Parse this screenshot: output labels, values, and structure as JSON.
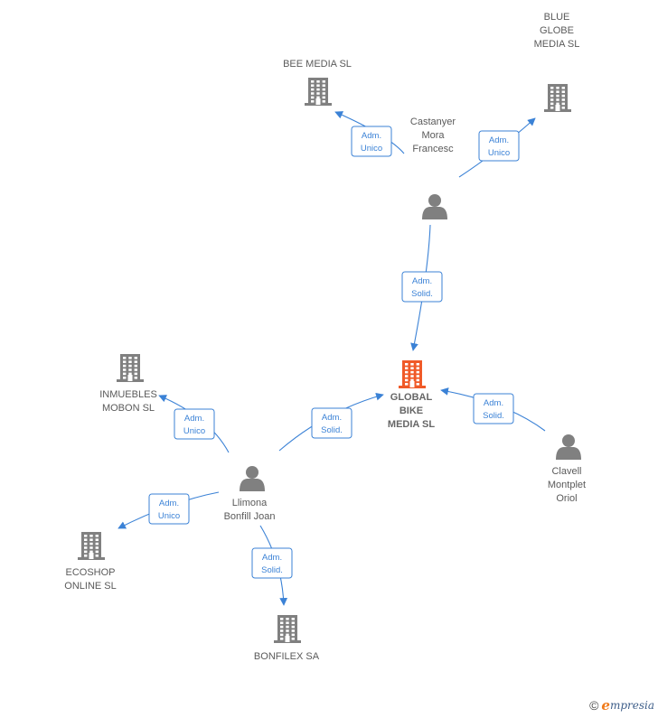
{
  "colors": {
    "edge": "#3b82d6",
    "company": "#808080",
    "main_company": "#f05a28",
    "person": "#808080"
  },
  "nodes": [
    {
      "id": "global-bike-media",
      "kind": "company",
      "main": true,
      "icon": "building-icon",
      "label": [
        "GLOBAL",
        "BIKE",
        "MEDIA  SL"
      ]
    },
    {
      "id": "bee-media",
      "kind": "company",
      "icon": "building-icon",
      "label": [
        "BEE MEDIA  SL"
      ]
    },
    {
      "id": "blue-globe-media",
      "kind": "company",
      "icon": "building-icon",
      "label": [
        "BLUE",
        "GLOBE",
        "MEDIA  SL"
      ]
    },
    {
      "id": "castanyer-mora-francesc",
      "kind": "person",
      "icon": "person-icon",
      "label": [
        "Castanyer",
        "Mora",
        "Francesc"
      ]
    },
    {
      "id": "inmuebles-mobon",
      "kind": "company",
      "icon": "building-icon",
      "label": [
        "INMUEBLES",
        "MOBON SL"
      ]
    },
    {
      "id": "llimona-bonfill-joan",
      "kind": "person",
      "icon": "person-icon",
      "label": [
        "Llimona",
        "Bonfill Joan"
      ]
    },
    {
      "id": "ecoshop-online",
      "kind": "company",
      "icon": "building-icon",
      "label": [
        "ECOSHOP",
        "ONLINE SL"
      ]
    },
    {
      "id": "bonfilex",
      "kind": "company",
      "icon": "building-icon",
      "label": [
        "BONFILEX SA"
      ]
    },
    {
      "id": "clavell-montplet-oriol",
      "kind": "person",
      "icon": "person-icon",
      "label": [
        "Clavell",
        "Montplet",
        "Oriol"
      ]
    }
  ],
  "edges": [
    {
      "from": "castanyer-mora-francesc",
      "to": "bee-media",
      "label": [
        "Adm.",
        "Unico"
      ]
    },
    {
      "from": "castanyer-mora-francesc",
      "to": "blue-globe-media",
      "label": [
        "Adm.",
        "Unico"
      ]
    },
    {
      "from": "castanyer-mora-francesc",
      "to": "global-bike-media",
      "label": [
        "Adm.",
        "Solid."
      ]
    },
    {
      "from": "llimona-bonfill-joan",
      "to": "global-bike-media",
      "label": [
        "Adm.",
        "Solid."
      ]
    },
    {
      "from": "clavell-montplet-oriol",
      "to": "global-bike-media",
      "label": [
        "Adm.",
        "Solid."
      ]
    },
    {
      "from": "llimona-bonfill-joan",
      "to": "inmuebles-mobon",
      "label": [
        "Adm.",
        "Unico"
      ]
    },
    {
      "from": "llimona-bonfill-joan",
      "to": "ecoshop-online",
      "label": [
        "Adm.",
        "Unico"
      ]
    },
    {
      "from": "llimona-bonfill-joan",
      "to": "bonfilex",
      "label": [
        "Adm.",
        "Solid."
      ]
    }
  ],
  "footer": {
    "copyright": "©",
    "brand_initial": "e",
    "brand_rest": "mpresia"
  }
}
